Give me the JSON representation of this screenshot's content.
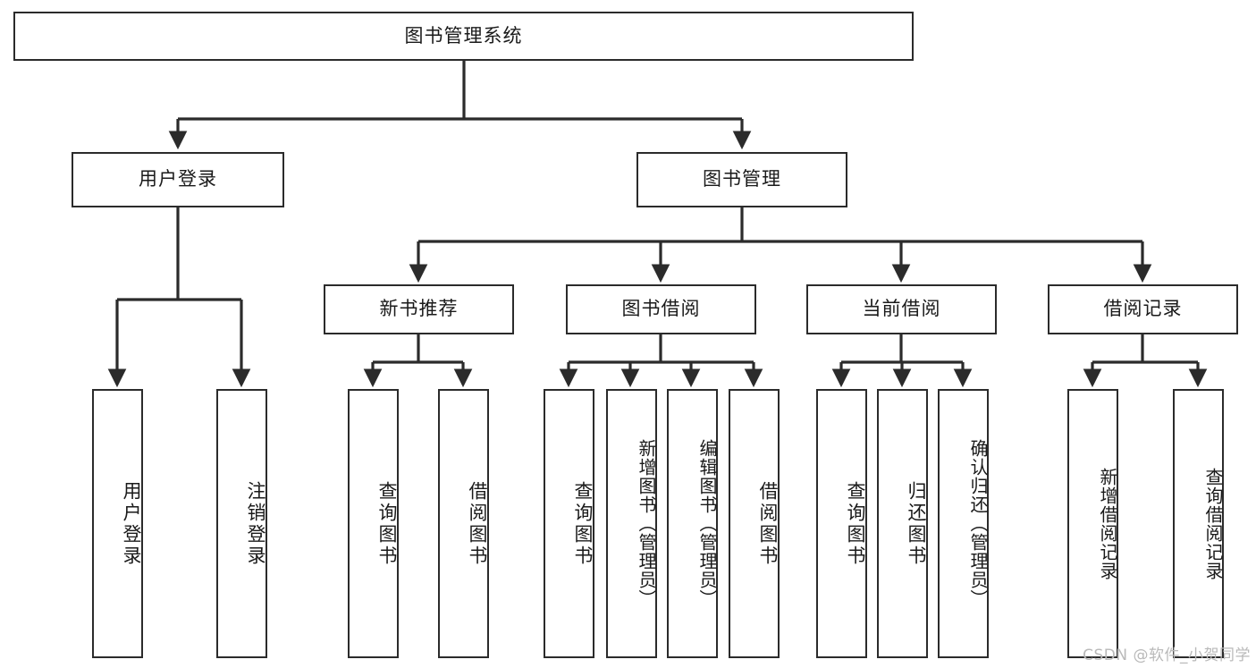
{
  "diagram": {
    "type": "tree",
    "title": "图书管理系统",
    "watermark": "CSDN @软件_小贺同学",
    "colors": {
      "stroke": "#2b2b2b",
      "fill": "#ffffff",
      "text": "#1a1a1a",
      "watermark": "#b9b9b9"
    },
    "nodes": {
      "root": {
        "label": "图书管理系统"
      },
      "level2": [
        {
          "id": "user-login",
          "label": "用户登录"
        },
        {
          "id": "book-manage",
          "label": "图书管理"
        }
      ],
      "level3": [
        {
          "id": "new-book-recommend",
          "label": "新书推荐"
        },
        {
          "id": "book-borrow",
          "label": "图书借阅"
        },
        {
          "id": "current-borrow",
          "label": "当前借阅"
        },
        {
          "id": "borrow-record",
          "label": "借阅记录"
        }
      ],
      "leaves": {
        "user_login": [
          {
            "id": "leaf-user-login",
            "label": "用户登录"
          },
          {
            "id": "leaf-logout",
            "label": "注销登录"
          }
        ],
        "new_book_recommend": [
          {
            "id": "leaf-query-book-1",
            "label": "查询图书"
          },
          {
            "id": "leaf-borrow-book-1",
            "label": "借阅图书"
          }
        ],
        "book_borrow": [
          {
            "id": "leaf-query-book-2",
            "label": "查询图书"
          },
          {
            "id": "leaf-add-book",
            "label": "新增图书（管理员）"
          },
          {
            "id": "leaf-edit-book",
            "label": "编辑图书（管理员）"
          },
          {
            "id": "leaf-borrow-book-2",
            "label": "借阅图书"
          }
        ],
        "current_borrow": [
          {
            "id": "leaf-query-book-3",
            "label": "查询图书"
          },
          {
            "id": "leaf-return-book",
            "label": "归还图书"
          },
          {
            "id": "leaf-confirm-return",
            "label": "确认归还（管理员）"
          }
        ],
        "borrow_record": [
          {
            "id": "leaf-add-record",
            "label": "新增借阅记录"
          },
          {
            "id": "leaf-query-record",
            "label": "查询借阅记录"
          }
        ]
      }
    }
  }
}
